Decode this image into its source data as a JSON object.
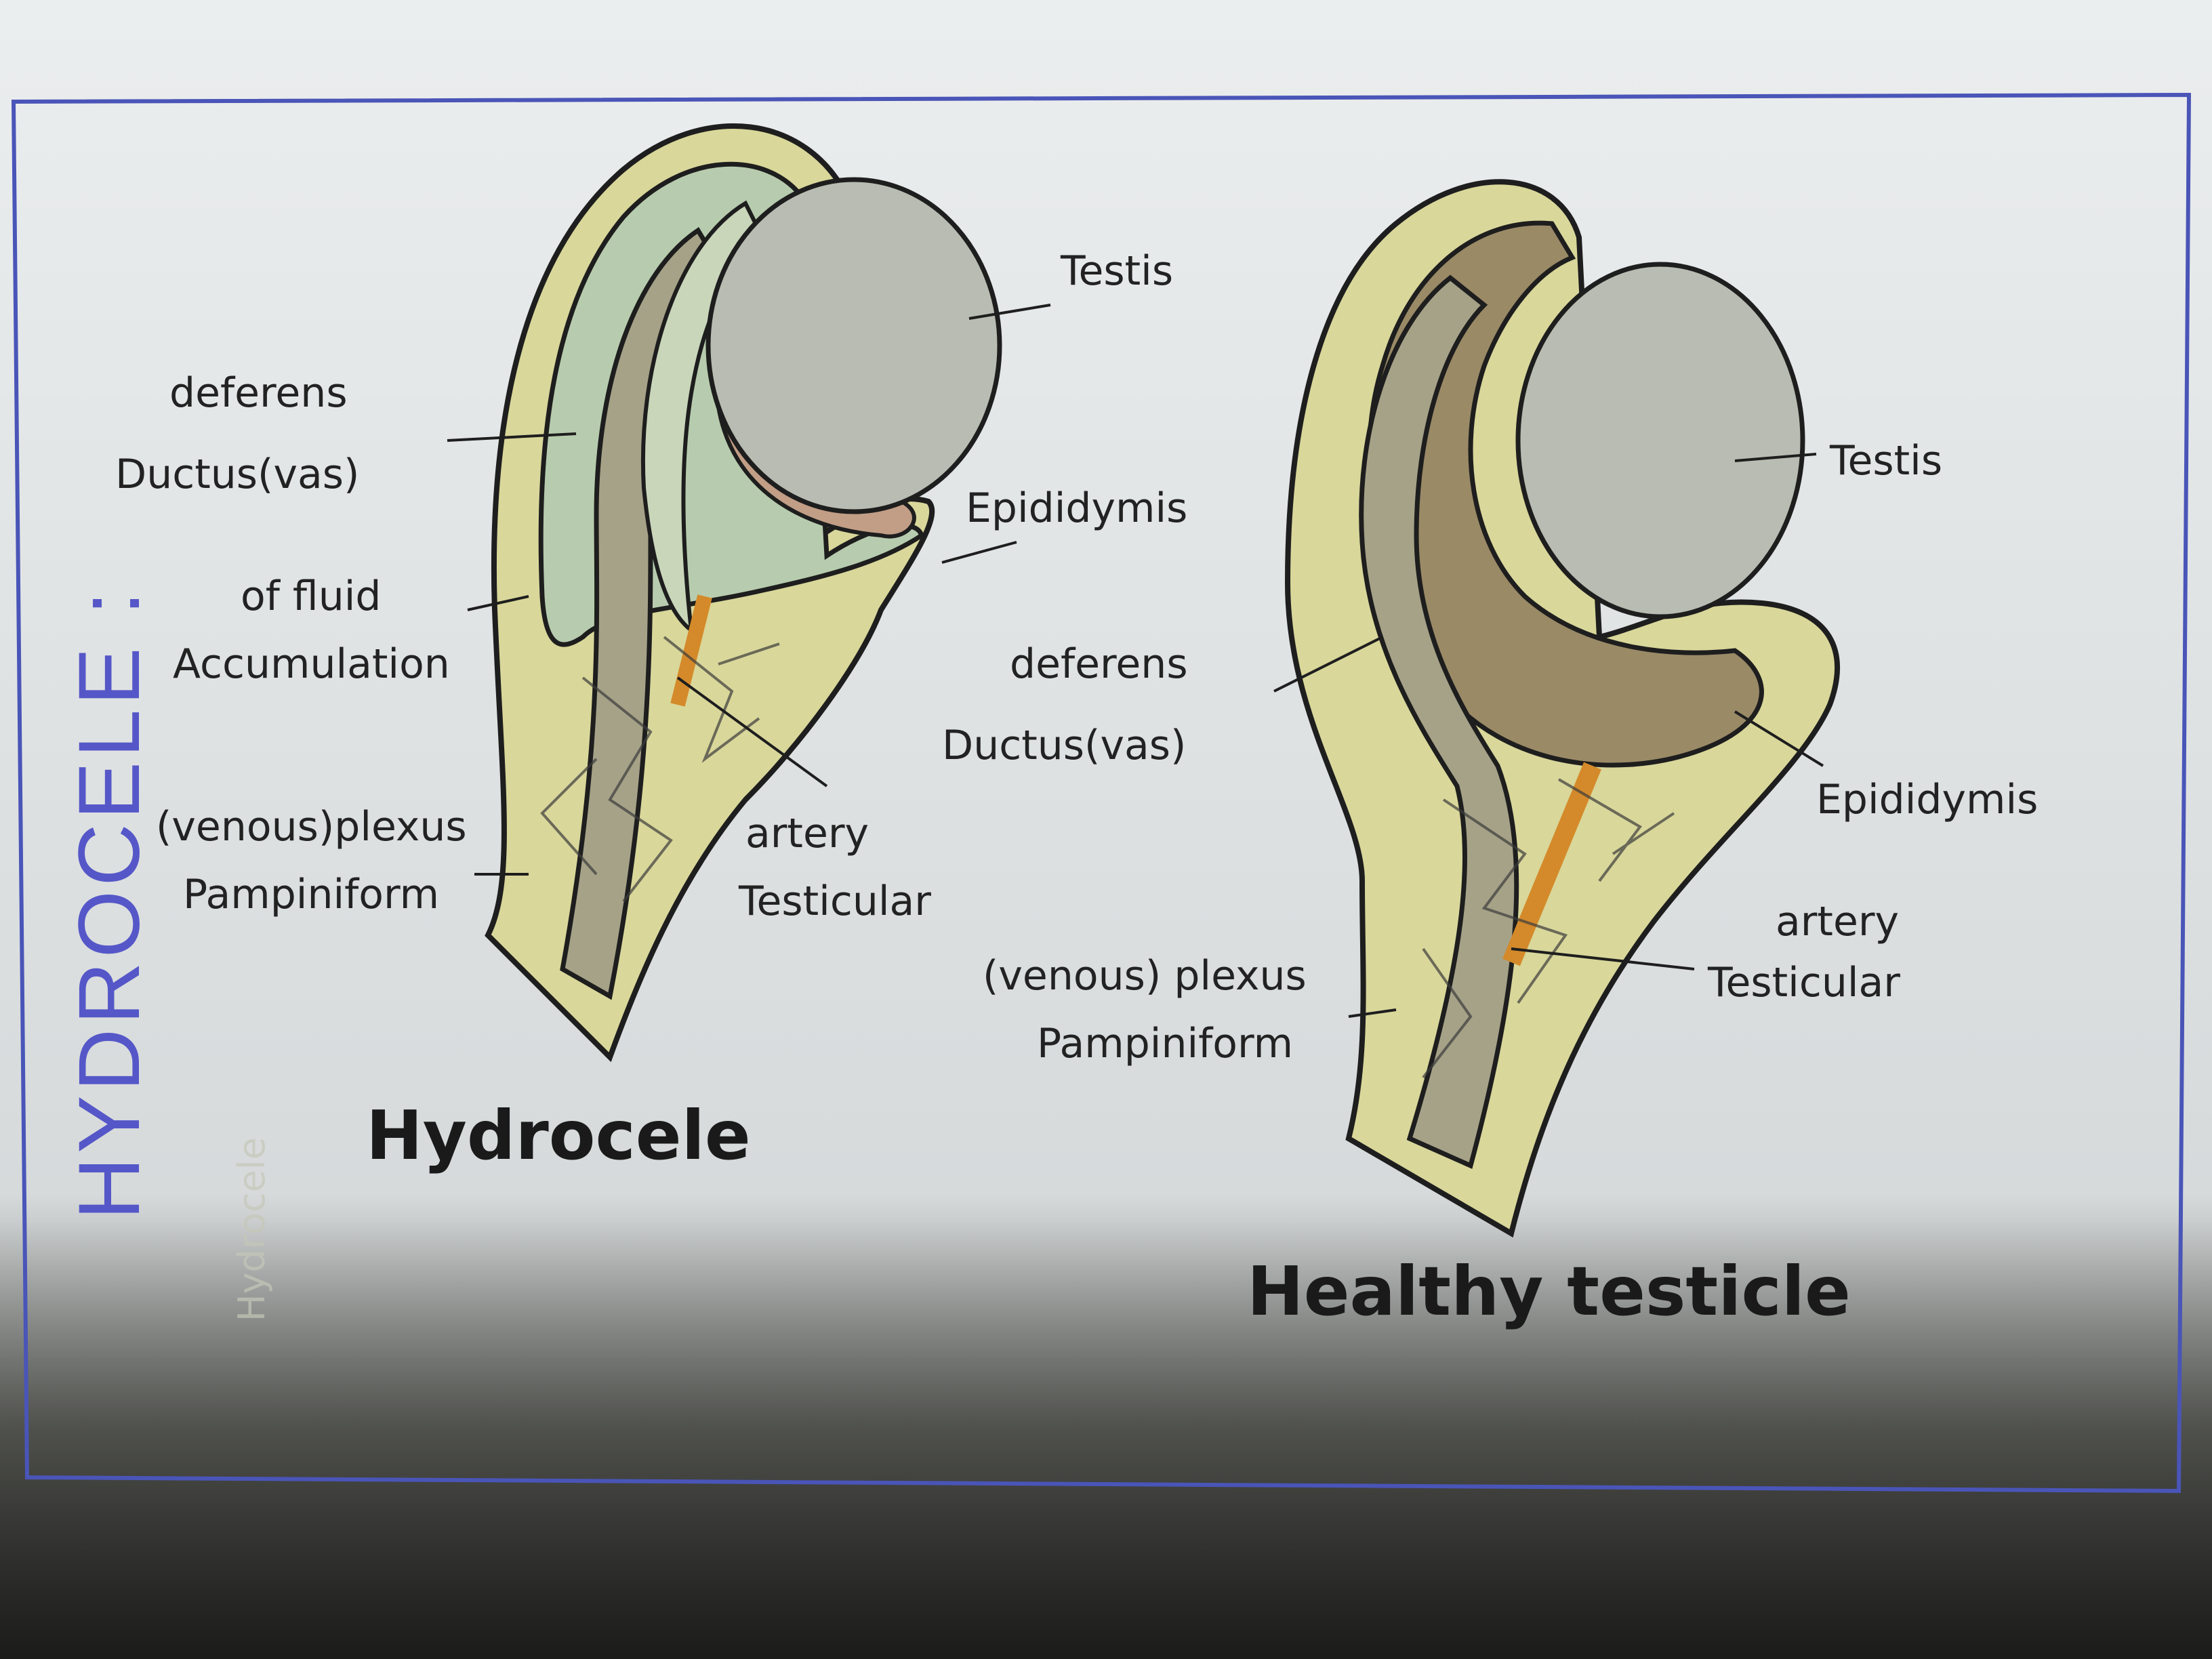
{
  "heading": "HYDROCELE :",
  "ghost_text": "Hydrocele",
  "diagrams": {
    "hydrocele": {
      "title": "Hydrocele",
      "labels": {
        "testis": "Testis",
        "ductus_line1": "Ductus(vas)",
        "ductus_line2": "deferens",
        "epididymis": "Epididymis",
        "accum_line1": "Accumulation",
        "accum_line2": "of fluid",
        "pampiniform_line1": "Pampiniform",
        "pampiniform_line2": "(venous)plexus",
        "artery_line1": "Testicular",
        "artery_line2": "artery"
      }
    },
    "healthy": {
      "title": "Healthy testicle",
      "labels": {
        "testis": "Testis",
        "epididymis": "Epididymis",
        "ductus_line1": "Ductus(vas)",
        "ductus_line2": "deferens",
        "artery_line1": "Testicular",
        "artery_line2": "artery",
        "pampiniform_line1": "Pampiniform",
        "pampiniform_line2": "(venous) plexus"
      }
    }
  },
  "colors": {
    "paper": "#e6eaea",
    "border": "#4a55b8",
    "heading": "#5557c8",
    "hydrocele_fluid": "#b7ccae",
    "testis": "#b9bcb2",
    "scrotum_outer": "#d9d79a",
    "epididymis": "#9a8a66",
    "artery": "#d48a2a",
    "vas_band": "#a6a288"
  }
}
